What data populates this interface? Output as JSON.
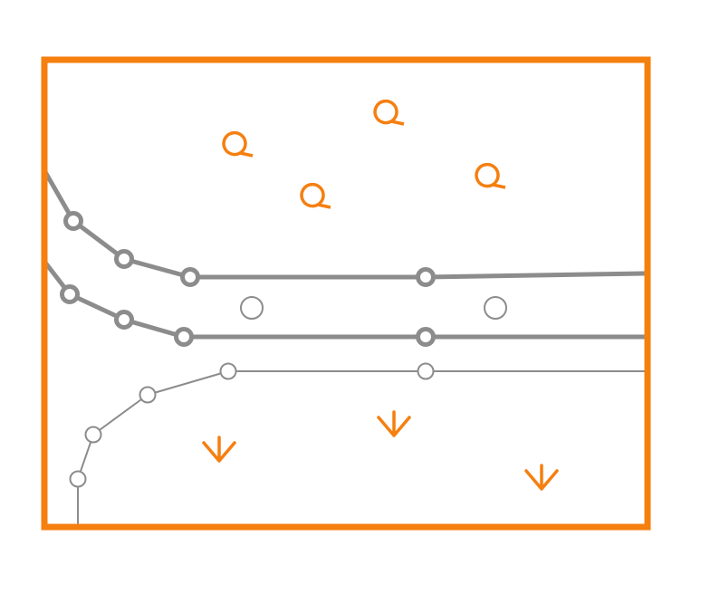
{
  "colors": {
    "frame": "#f57f0f",
    "symbol": "#f57f0f",
    "line": "#8c8c8c",
    "node_fill": "#ffffff",
    "background": "#ffffff"
  },
  "icons": {
    "loop_symbol": "loop-symbol-icon",
    "arrow_symbol": "down-arrow-icon",
    "node": "node-circle-icon"
  },
  "counts": {
    "loop_symbols": 4,
    "arrow_symbols": 3,
    "free_nodes": 2,
    "polylines": 3
  }
}
